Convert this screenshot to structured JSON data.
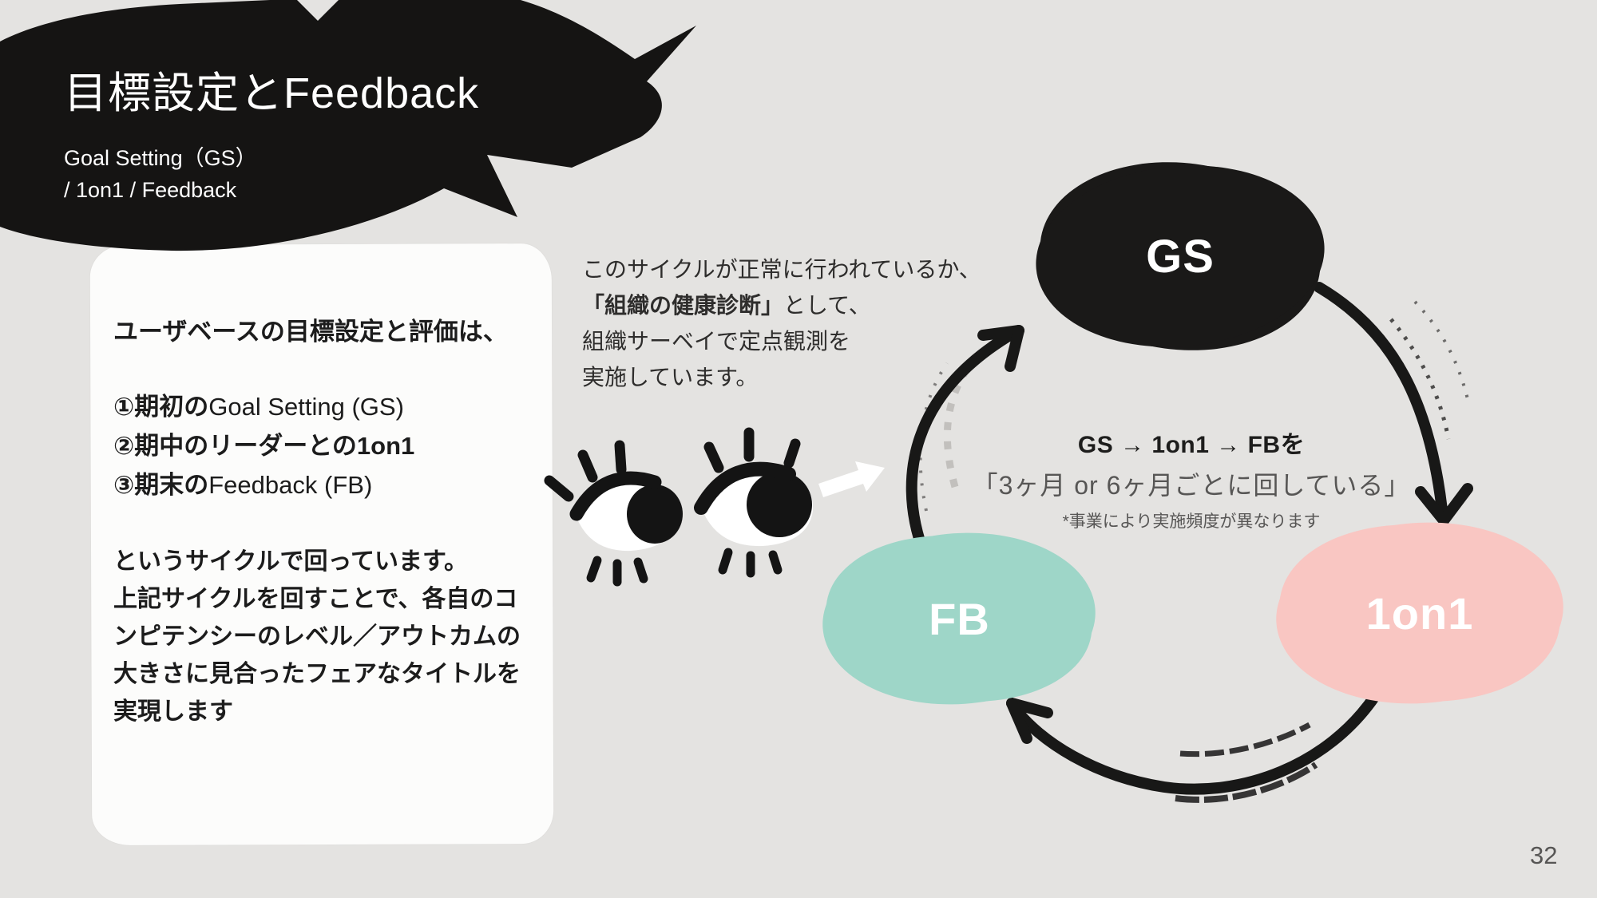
{
  "slide": {
    "page_number": "32",
    "background_color": "#e4e3e1"
  },
  "header": {
    "title": "目標設定とFeedback",
    "subtitle_lines": [
      "Goal Setting（GS）",
      "/ 1on1 / Feedback"
    ],
    "brush_color": "#151413",
    "text_color": "#ffffff"
  },
  "card": {
    "intro": "ユーザベースの目標設定と評価は、",
    "steps": [
      {
        "bold": "①期初の",
        "normal": "Goal Setting (GS)"
      },
      {
        "bold": "②期中のリーダーとの1on1",
        "normal": ""
      },
      {
        "bold": "③期末の",
        "normal": "Feedback (FB)"
      }
    ],
    "outro_lines": [
      "というサイクルで回っています。",
      "上記サイクルを回すことで、各自のコ",
      "ンピテンシーのレベル／アウトカムの",
      "大きさに見合ったフェアなタイトルを",
      "実現します"
    ]
  },
  "annotation": {
    "line1": "このサイクルが正常に行われているか、",
    "line2_bold": "「組織の健康診断」",
    "line2_rest": "として、",
    "line3": "組織サーベイで定点観測を",
    "line4": "実施しています。"
  },
  "cycle": {
    "center_title": "GS → 1on1 → FBを",
    "center_subtitle": "「3ヶ月 or 6ヶ月ごとに回している」",
    "center_note": "*事業により実施頻度が異なります",
    "nodes": [
      {
        "label": "GS",
        "color": "#1a1918"
      },
      {
        "label": "1on1",
        "color": "#f9c6c2"
      },
      {
        "label": "FB",
        "color": "#9ed6c8"
      }
    ]
  },
  "colors": {
    "background": "#e4e3e1",
    "brush_black": "#1a1918",
    "pink": "#f9c6c2",
    "teal": "#9ed6c8",
    "card_white": "#fcfcfb",
    "gray_text": "#575655"
  }
}
